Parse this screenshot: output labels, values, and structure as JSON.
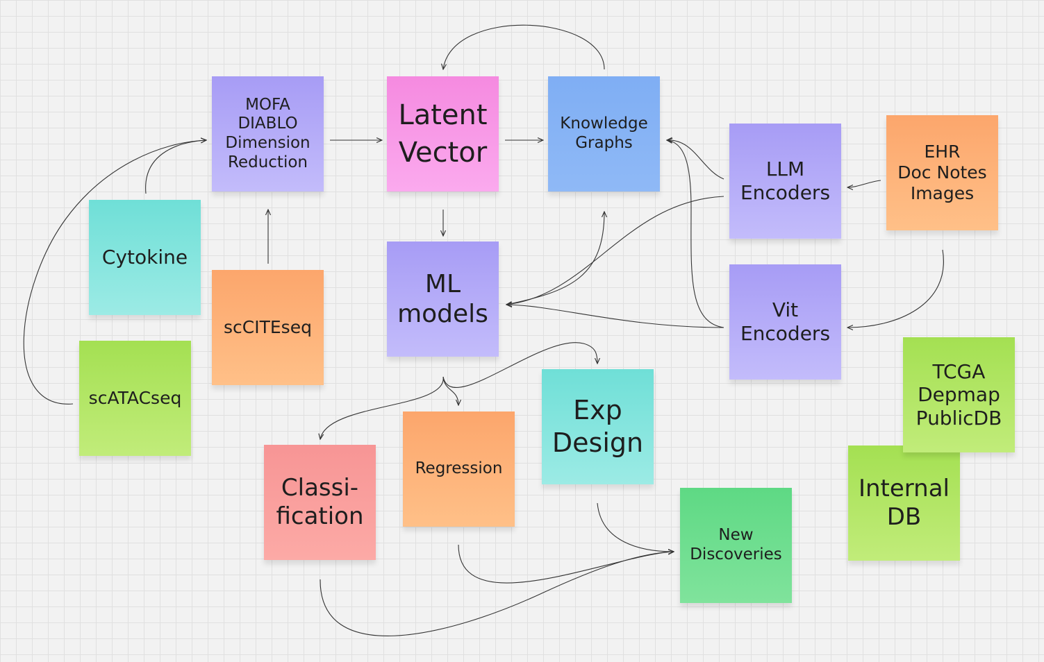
{
  "nodes": {
    "mofa": "MOFA\nDIABLO\nDimension\nReduction",
    "latent": "Latent\nVector",
    "kg": "Knowledge\nGraphs",
    "llm": "LLM\nEncoders",
    "ehr": "EHR\nDoc Notes\nImages",
    "cytokine": "Cytokine",
    "sccite": "scCITEseq",
    "ml": "ML\nmodels",
    "vit": "Vit\nEncoders",
    "scatac": "scATACseq",
    "tcga": "TCGA\nDepmap\nPublicDB",
    "classification": "Classi-\nfication",
    "regression": "Regression",
    "expdesign": "Exp\nDesign",
    "internal": "Internal\nDB",
    "discoveries": "New\nDiscoveries"
  },
  "colors": {
    "purple": "#b3a9f8",
    "pink": "#f89ae5",
    "blue": "#87b3f5",
    "teal": "#7fe4dd",
    "orange": "#fdb077",
    "lime": "#b3e566",
    "salmon": "#f99d9d",
    "green": "#6ddd8f",
    "connector": "#333333"
  },
  "edges": [
    {
      "from": "mofa",
      "to": "latent"
    },
    {
      "from": "latent",
      "to": "kg"
    },
    {
      "from": "kg",
      "to": "latent"
    },
    {
      "from": "latent",
      "to": "ml"
    },
    {
      "from": "sccite",
      "to": "mofa"
    },
    {
      "from": "cytokine",
      "to": "mofa"
    },
    {
      "from": "scatac",
      "to": "mofa"
    },
    {
      "from": "ehr",
      "to": "llm"
    },
    {
      "from": "ehr",
      "to": "vit"
    },
    {
      "from": "llm",
      "to": "kg"
    },
    {
      "from": "vit",
      "to": "kg"
    },
    {
      "from": "llm",
      "to": "ml"
    },
    {
      "from": "vit",
      "to": "ml"
    },
    {
      "from": "ml",
      "to": "kg"
    },
    {
      "from": "ml",
      "to": "classification"
    },
    {
      "from": "ml",
      "to": "regression"
    },
    {
      "from": "ml",
      "to": "expdesign"
    },
    {
      "from": "expdesign",
      "to": "discoveries"
    },
    {
      "from": "regression",
      "to": "discoveries"
    },
    {
      "from": "classification",
      "to": "discoveries"
    }
  ]
}
